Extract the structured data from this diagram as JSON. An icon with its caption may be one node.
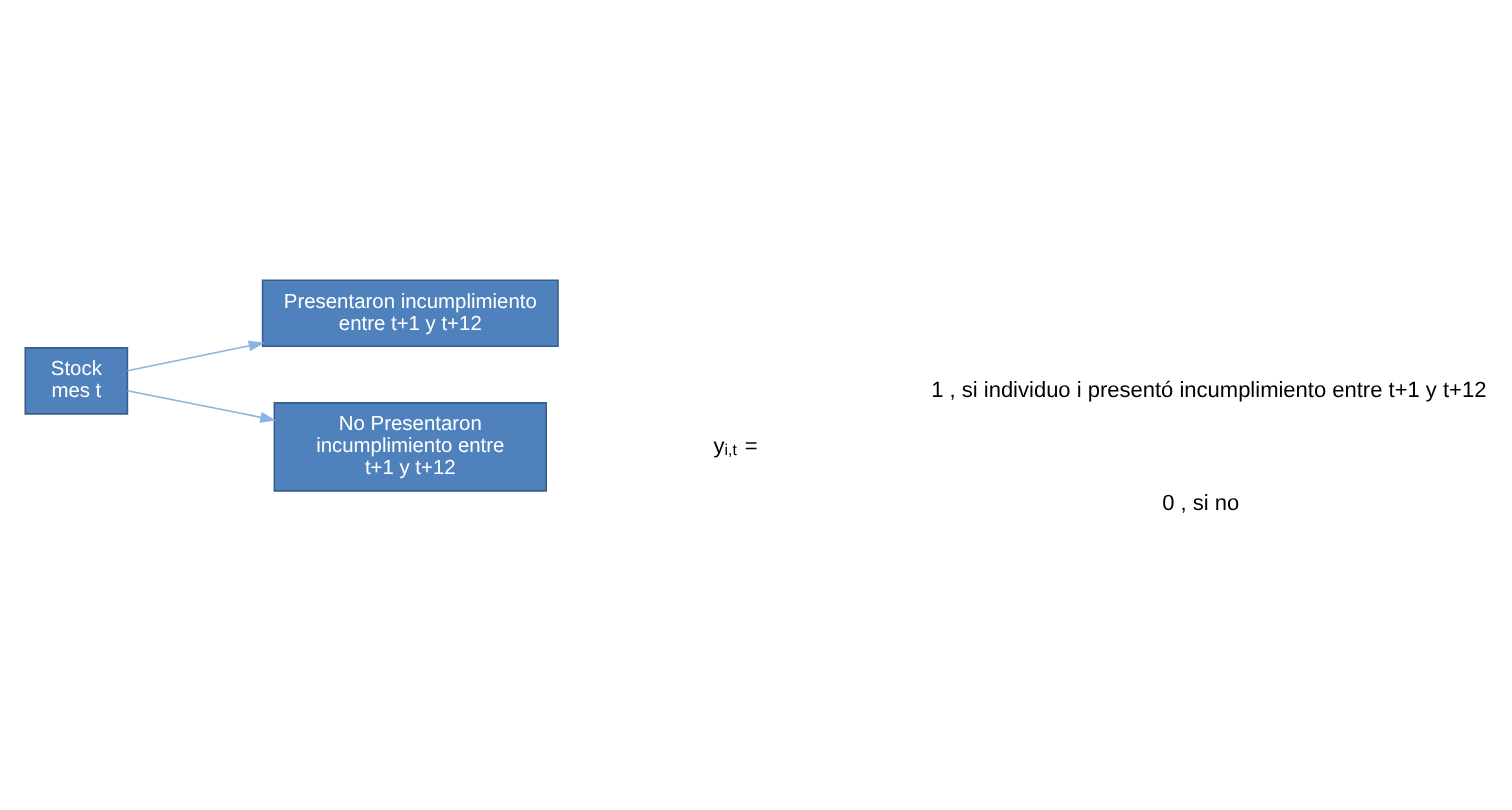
{
  "diagram": {
    "nodes": [
      {
        "text": [
          "Stock mes t"
        ]
      },
      {
        "text": [
          "Presentaron incumplimiento entre t+1 y t+12"
        ]
      },
      {
        "text": [
          "No Presentaron incumplimiento entre t+1 y t+12"
        ]
      }
    ],
    "edges": [
      {
        "from": 0,
        "to": 1,
        "arrow": "to"
      },
      {
        "from": 0,
        "to": 2,
        "arrow": "to"
      }
    ],
    "labels": [
      "y$_{i,t}$ =",
      "1 , si individuo i presentó incumplimiento entre t+1 y t+12",
      "0 , si no"
    ]
  }
}
